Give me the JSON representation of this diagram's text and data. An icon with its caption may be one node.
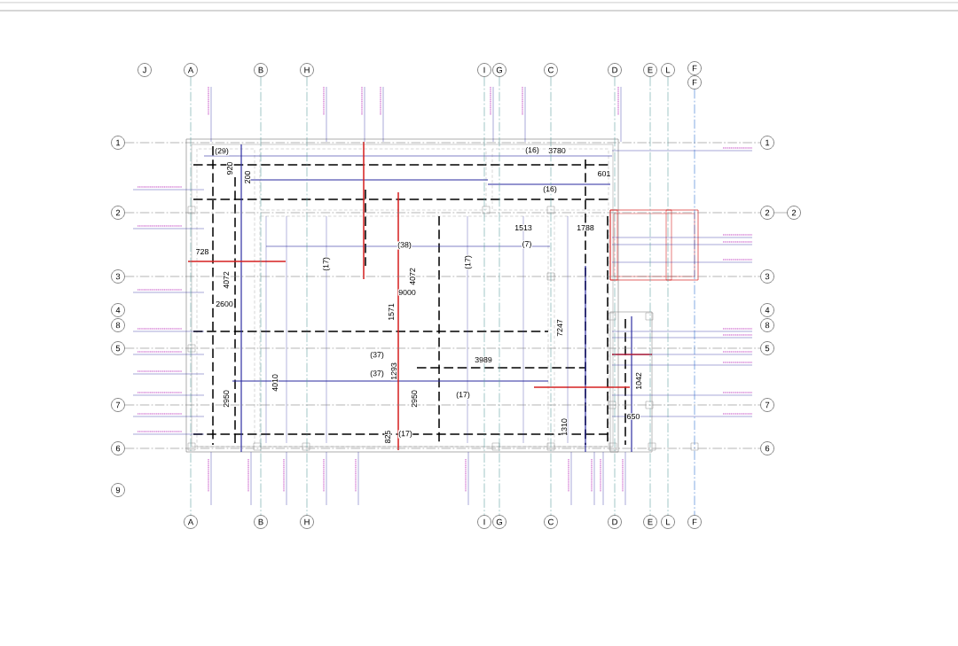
{
  "diagram": {
    "nodes": [
      {
        "text": [
          "J"
        ]
      },
      {
        "text": [
          "A"
        ]
      },
      {
        "text": [
          "B"
        ]
      },
      {
        "text": [
          "H"
        ]
      },
      {
        "text": [
          "I"
        ]
      },
      {
        "text": [
          "G"
        ]
      },
      {
        "text": [
          "C"
        ]
      },
      {
        "text": [
          "D"
        ]
      },
      {
        "text": [
          "E"
        ]
      },
      {
        "text": [
          "L"
        ]
      },
      {
        "text": [
          "F"
        ]
      },
      {
        "text": [
          "F"
        ]
      },
      {
        "text": [
          "A"
        ]
      },
      {
        "text": [
          "B"
        ]
      },
      {
        "text": [
          "H"
        ]
      },
      {
        "text": [
          "I"
        ]
      },
      {
        "text": [
          "G"
        ]
      },
      {
        "text": [
          "C"
        ]
      },
      {
        "text": [
          "D"
        ]
      },
      {
        "text": [
          "E"
        ]
      },
      {
        "text": [
          "L"
        ]
      },
      {
        "text": [
          "F"
        ]
      },
      {
        "text": [
          "1"
        ]
      },
      {
        "text": [
          "2"
        ]
      },
      {
        "text": [
          "3"
        ]
      },
      {
        "text": [
          "4"
        ]
      },
      {
        "text": [
          "8"
        ]
      },
      {
        "text": [
          "5"
        ]
      },
      {
        "text": [
          "7"
        ]
      },
      {
        "text": [
          "6"
        ]
      },
      {
        "text": [
          "9"
        ]
      },
      {
        "text": [
          "1"
        ]
      },
      {
        "text": [
          "2"
        ]
      },
      {
        "text": [
          "2"
        ]
      },
      {
        "text": [
          "3"
        ]
      },
      {
        "text": [
          "4"
        ]
      },
      {
        "text": [
          "8"
        ]
      },
      {
        "text": [
          "5"
        ]
      },
      {
        "text": [
          "7"
        ]
      },
      {
        "text": [
          "6"
        ]
      }
    ],
    "edges": [
      {
        "from": 1,
        "to": 12,
        "arrow": "none",
        "style": "dashed"
      },
      {
        "from": 2,
        "to": 13,
        "arrow": "none",
        "style": "dashed"
      },
      {
        "from": 3,
        "to": 14,
        "arrow": "none",
        "style": "dashed"
      },
      {
        "from": 4,
        "to": 15,
        "arrow": "none",
        "style": "dashed"
      },
      {
        "from": 5,
        "to": 16,
        "arrow": "none",
        "style": "dashed"
      },
      {
        "from": 6,
        "to": 17,
        "arrow": "none",
        "style": "dashed"
      },
      {
        "from": 7,
        "to": 18,
        "arrow": "none",
        "style": "dashed"
      },
      {
        "from": 8,
        "to": 19,
        "arrow": "none",
        "style": "dashed"
      },
      {
        "from": 9,
        "to": 20,
        "arrow": "none",
        "style": "dashed"
      },
      {
        "from": 11,
        "to": 21,
        "arrow": "none",
        "style": "dashed",
        "color": "#2f6fd0"
      },
      {
        "from": 22,
        "to": 31,
        "arrow": "none",
        "style": "dashed",
        "color": "#7f7f7f"
      },
      {
        "from": 23,
        "to": 32,
        "arrow": "none",
        "style": "dashed",
        "color": "#7f7f7f"
      },
      {
        "from": 32,
        "to": 33,
        "arrow": "none",
        "color": "#7f7f7f"
      },
      {
        "from": 24,
        "to": 34,
        "arrow": "none",
        "style": "dashed",
        "color": "#7f7f7f"
      },
      {
        "from": 27,
        "to": 37,
        "arrow": "none",
        "style": "dashed",
        "color": "#7f7f7f"
      },
      {
        "from": 28,
        "to": 38,
        "arrow": "none",
        "style": "dashed",
        "color": "#7f7f7f"
      },
      {
        "from": 29,
        "to": 39,
        "arrow": "none",
        "style": "dashed",
        "color": "#7f7f7f"
      }
    ],
    "labels": [
      "(16)",
      "3780",
      "(29)",
      "920",
      "200",
      "601",
      "(16)",
      "1513",
      "1788",
      "(38)",
      "(7)",
      "728",
      "(17)",
      "4072",
      "(17)",
      "4072",
      "9000",
      "2600",
      "1571",
      "7247",
      "(37)",
      "3989",
      "1293",
      "(37)",
      "4010",
      "2950",
      "(17)",
      "2950",
      "1042",
      "650",
      "1310",
      "(17)",
      "825"
    ]
  }
}
